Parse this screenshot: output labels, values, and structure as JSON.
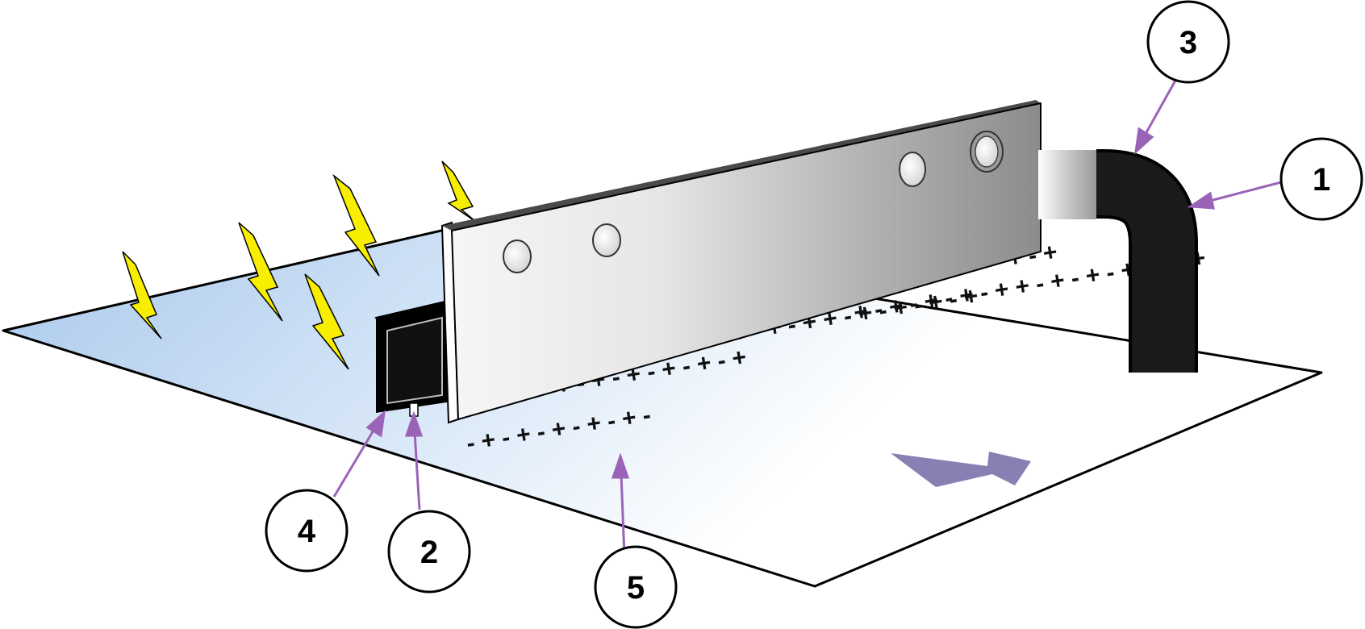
{
  "diagram": {
    "callouts": [
      {
        "label": "1",
        "target": "cable"
      },
      {
        "label": "2",
        "target": "emitter-slot"
      },
      {
        "label": "3",
        "target": "cable-connector"
      },
      {
        "label": "4",
        "target": "emitter-housing"
      },
      {
        "label": "5",
        "target": "charged-web"
      }
    ],
    "charge_rows": [
      "+ - + - + - + - + + - + - + - + - + - +",
      "- + - + - + - + - + - + + - + - + - + - +",
      "+ - + - + - + - + - + - + - + - +",
      "- + - + - + - + - + -",
      "+ - + - + - + - +"
    ],
    "colors": {
      "sheet_blue": "#a9c8ec",
      "bolt_yellow": "#f7ee00",
      "callout_arrow": "#9b63b8",
      "flow_arrow": "#8a7fb3",
      "cable_black": "#1a1a1a",
      "bar_light": "#f4f4f4",
      "bar_dark": "#8e8e8e"
    },
    "icons": [
      "lightning-bolt-icon",
      "direction-arrow-icon"
    ]
  }
}
